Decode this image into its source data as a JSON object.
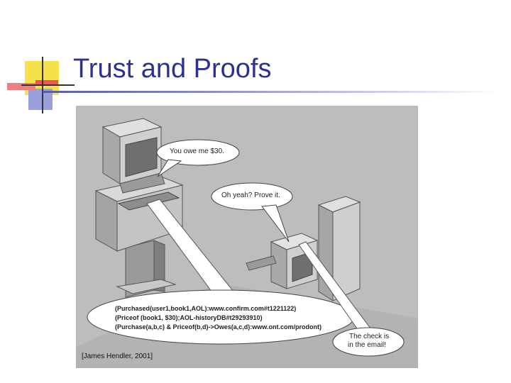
{
  "slide": {
    "title": "Trust and Proofs"
  },
  "figure": {
    "bubbles": {
      "owe": "You owe me $30.",
      "prove": "Oh yeah? Prove it.",
      "check": [
        "The check is",
        "in the email!"
      ]
    },
    "proof_lines": [
      "(Purchased(user1,book1,AOL):www.confirm.com#t1221122)",
      "(Priceof (book1, $30);AOL-historyDB#t29293910)",
      "(Purchase(a,b,c) & Priceof(b,d)->Owes(a,c,d):www.ont.com/prodont)"
    ],
    "caption": "[James Hendler, 2001]"
  },
  "colors": {
    "title": "#2e3192",
    "figure_background": "#bdbdbd",
    "deco_yellow": "#f5e24a",
    "deco_red": "#e8585a",
    "deco_blue": "#7b82c8"
  }
}
